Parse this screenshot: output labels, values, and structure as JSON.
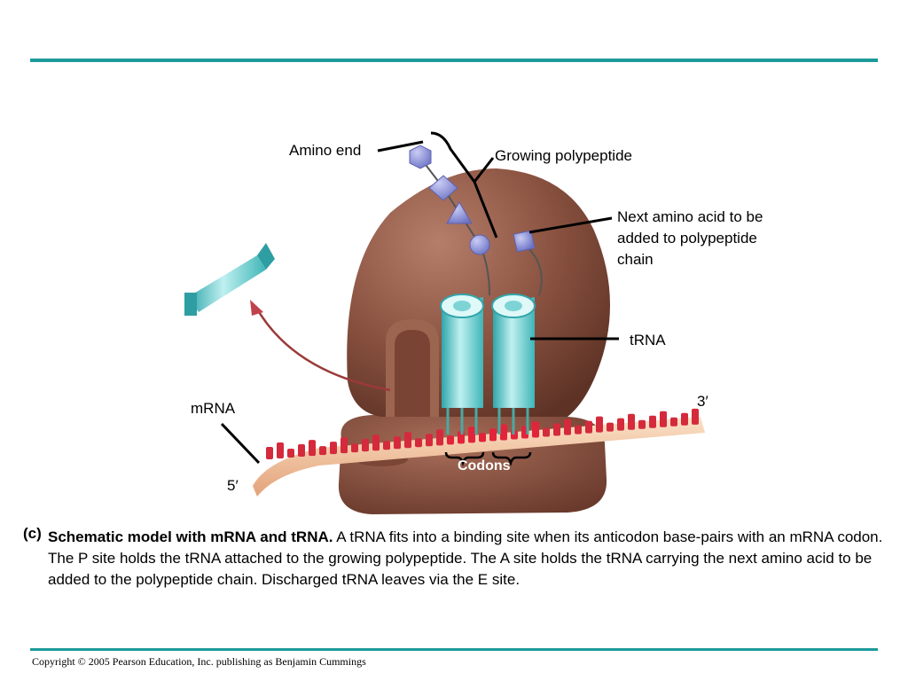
{
  "labels": {
    "amino_end": "Amino end",
    "growing_polypeptide": "Growing polypeptide",
    "next_amino_acid": "Next amino acid to be added to polypeptide chain",
    "trna": "tRNA",
    "mrna": "mRNA",
    "three_prime": "3′",
    "five_prime": "5′",
    "codons": "Codons"
  },
  "caption": {
    "tag": "(c)",
    "title": "Schematic model with mRNA and tRNA.",
    "text": " A tRNA fits into a binding site when its anticodon base-pairs with an mRNA codon. The P site holds the tRNA attached to the growing polypeptide. The A site holds the tRNA carrying the next amino acid to be added to the polypeptide chain. Discharged tRNA leaves via the E site."
  },
  "footer": {
    "copyright": "Copyright © 2005 Pearson Education, Inc. publishing as Benjamin Cummings"
  },
  "colors": {
    "accent_rule": "#1c9a9b",
    "ribosome": "#8a5240",
    "trna": "#5cc6c8",
    "mrna_strand": "#f1c19a",
    "mrna_bases": "#d42a3c",
    "amino_acid": "#8a8fd8"
  }
}
